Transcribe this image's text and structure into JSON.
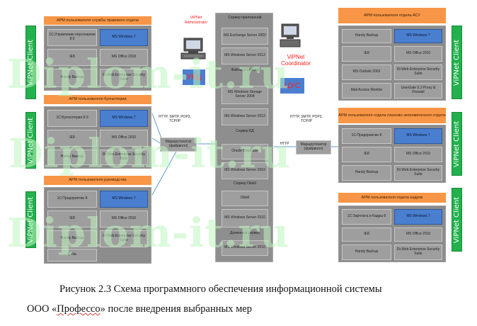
{
  "diagram": {
    "vipnet_client": "ViPNet Client",
    "groups": {
      "legal": {
        "header": "АРМ пользователя службы правового отдела",
        "cells": [
          "1С:Управление персоналом 8.0",
          "MS Windows 7",
          "IE8",
          "MS Office 2010",
          "Handy Backup",
          "Dr.Web Enterprise Security Suite"
        ]
      },
      "accounting": {
        "header": "АРМ пользователя бухгалтерии",
        "cells": [
          "1С:Бухгалтерия 8.0",
          "MS Windows 7",
          "IE8",
          "MS Office 2010",
          "Handy Backup",
          "Dr.Web Enterprise Security Suite"
        ]
      },
      "management": {
        "header": "АРМ пользователя руководства",
        "cells": [
          "1С:Предприятие 8",
          "MS Windows 7",
          "IE8",
          "MS Office 2010",
          "Handy Backup",
          "Dr.Web Enterprise Security Suite"
        ],
        "extra": "Delta"
      },
      "asu": {
        "header": "АРМ пользователя отдела АСУ",
        "cells": [
          "Handy Backup",
          "MS Windows 7",
          "IE8",
          "MS Office 2010",
          "MS Outlook 2003",
          "Dr.Web Enterprise Security Suite",
          "Mail Access Monitor",
          "UserGate 5.3 Proxy & Firewall"
        ]
      },
      "planning": {
        "header": "АРМ пользователя отдела планово-экономического отдела",
        "cells": [
          "1С:Предприятие 8",
          "MS Windows 7",
          "IE8",
          "MS Office 2010",
          "Handy Backup",
          "Dr.Web Enterprise Security Suite"
        ]
      },
      "hr": {
        "header": "АРМ пользователя отдела кадров",
        "cells": [
          "1С:Зарплата и Кадры 8",
          "MS Windows 7",
          "IE8",
          "MS Office 2010",
          "Handy Backup",
          "Dr.Web Enterprise Security Suite"
        ]
      }
    },
    "server": {
      "title": "Сервер приложений",
      "rows": [
        "MS Exchange Server 2003",
        "MS Windows Server 2012",
        "Файлы и Сервер",
        "MS Windows Storage Server 2008",
        "MS Windows Server 2012",
        "Сервер БД",
        "Oracle Database",
        "MS Windows Server 2003",
        "Сервер Oktell",
        "Oktell",
        "MS Windows Server 2010",
        "Доменный сервер",
        "MS Windows Server 2010"
      ]
    },
    "admin": {
      "label": "ViPNet Administrator",
      "ukc": "УКЦ"
    },
    "coordinator": {
      "label": "ViPNet Coordinator",
      "cus": "ЦУС"
    },
    "router_left": {
      "label": "Маршрутизатор (файрволл)",
      "proto": "HTTP, SMTP, POP3, TCP/IP"
    },
    "router_right": {
      "label": "Маршрутизатор (файрволл)",
      "proto": "HTTP, SMTP, POP3, TCP/IP",
      "link": "HTTP"
    },
    "watermark": "Diplom-it.ru"
  },
  "caption": {
    "line1": "Рисунок 2.3 Схема программного обеспечения информационной системы",
    "line2_prefix": "ООО «",
    "line2_name": "Профессо",
    "line2_suffix": "» после внедрения выбранных мер"
  },
  "colors": {
    "vipnet": "#22b14c",
    "header": "#f79646",
    "os_cell": "#4a7fd0",
    "accent_red": "#ff2020",
    "watermark": "#bff5bf"
  }
}
